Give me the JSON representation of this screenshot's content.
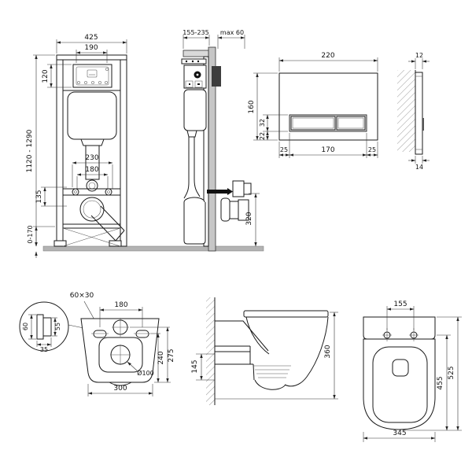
{
  "colors": {
    "background": "#ffffff",
    "line": "#1a1a1a",
    "dim_line": "#333333",
    "floor_gray": "#b3b3b3",
    "wall_gray": "#c6c6c6",
    "housing_dark": "#3d3d3d",
    "hatch_gray": "#999999"
  },
  "views": {
    "frame_front": {
      "dims": {
        "width": "425",
        "plate_opening_width": "190",
        "plate_opening_height": "120",
        "height_range": "1120 - 1290",
        "fixing_span": "230",
        "drain_span": "180",
        "bracket_offset": "135",
        "feet_range": "0-170"
      }
    },
    "frame_side": {
      "dims": {
        "depth_range": "155-235",
        "finish_max": "max 60",
        "outlet_height": "320"
      }
    },
    "flush_plate_front": {
      "dims": {
        "width": "220",
        "height": "160",
        "button_height": "32",
        "bottom_offset": "22",
        "margin_left": "25",
        "buttons_width": "170",
        "margin_right": "25"
      }
    },
    "flush_plate_side": {
      "dims": {
        "top_thickness": "12",
        "bottom_thickness": "14"
      }
    },
    "bowl_rear": {
      "dims": {
        "slot_size": "60×30",
        "slot_outer": "60",
        "slot_inner": "55",
        "slot_depth": "35",
        "hole_span": "180",
        "drain_offset": "240",
        "inlet_offset": "275",
        "width": "300",
        "drain_diameter": "Ø100"
      }
    },
    "bowl_side": {
      "dims": {
        "rim_height": "145",
        "depth": "360"
      }
    },
    "bowl_top": {
      "dims": {
        "hole_span": "155",
        "body_depth": "455",
        "total_depth": "525",
        "width": "345"
      }
    }
  }
}
